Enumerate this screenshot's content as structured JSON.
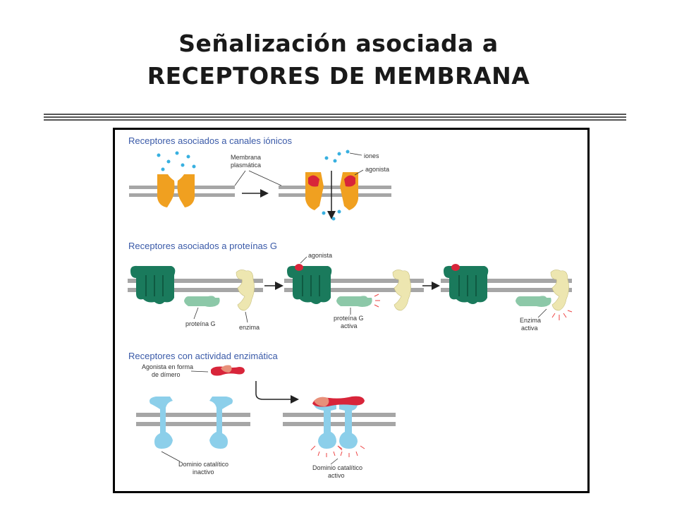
{
  "slide": {
    "title_line1": "Señalización asociada a",
    "title_line2": "RECEPTORES DE MEMBRANA"
  },
  "diagram": {
    "section_ionic": {
      "heading": "Receptores asociados a canales iónicos",
      "membrane_label_1": "Membrana",
      "membrane_label_2": "plasmática",
      "ions_label": "iones",
      "agonist_label": "agonista"
    },
    "section_gprotein": {
      "heading": "Receptores asociados a proteínas G",
      "agonist_label": "agonista",
      "gprotein_label": "proteína G",
      "enzyme_label": "enzima",
      "gprotein_active_1": "proteína G",
      "gprotein_active_2": "activa",
      "enzyme_active_1": "Enzima",
      "enzyme_active_2": "activa"
    },
    "section_enzymatic": {
      "heading": "Receptores con actividad enzimática",
      "dimer_label_1": "Agonista en forma",
      "dimer_label_2": "de dímero",
      "inactive_label_1": "Dominio catalítico",
      "inactive_label_2": "inactivo",
      "active_label_1": "Dominio catalítico",
      "active_label_2": "activo"
    },
    "colors": {
      "heading": "#3a5aa8",
      "membrane": "#a6a6a6",
      "channel": "#f0a020",
      "agonist": "#d8253a",
      "ion": "#38b0e0",
      "receptor_g": "#1a7a5c",
      "g_protein": "#8cc8a8",
      "enzyme": "#ede6b0",
      "enzymatic_receptor": "#8ccfea",
      "dimer_light": "#e8907a"
    }
  }
}
